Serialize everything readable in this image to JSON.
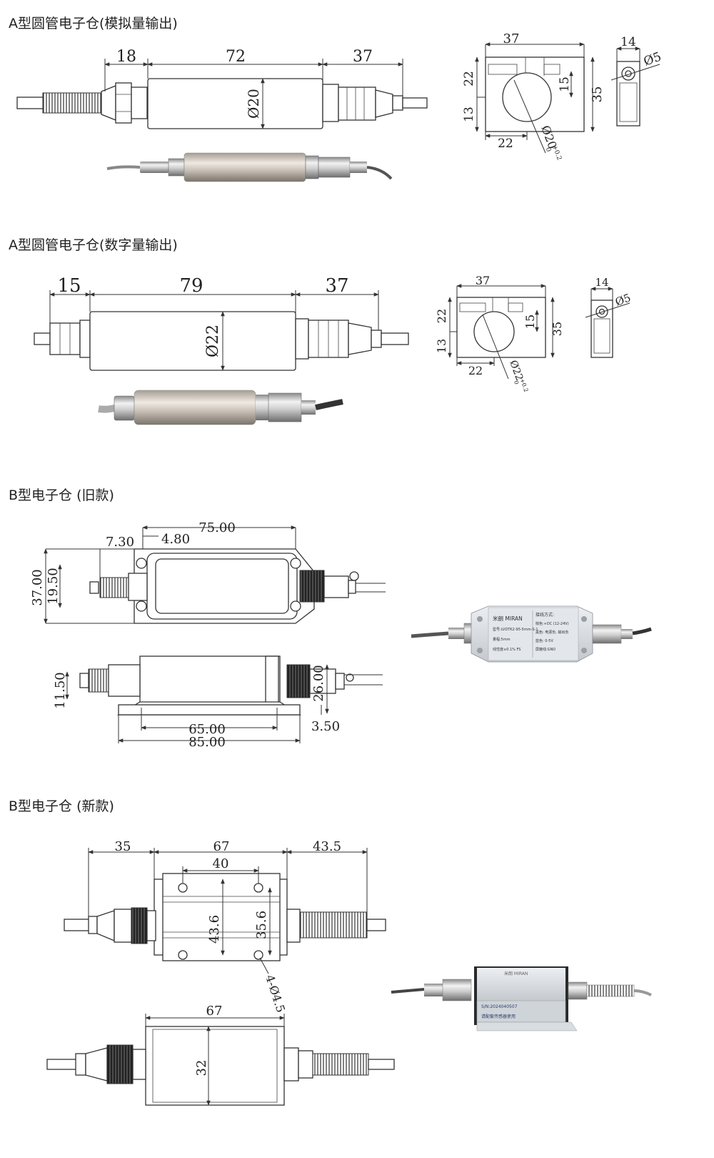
{
  "sections": {
    "a_analog": {
      "title": "A型圆管电子仓(模拟量输出)",
      "dims": {
        "left": "18",
        "body": "72",
        "right": "37",
        "dia": "Ø20"
      },
      "clamp": {
        "w": "37",
        "h1": "22",
        "h2": "13",
        "h3": "15",
        "h": "35",
        "b": "22",
        "dia": "Ø20",
        "tol_up": "+0.2",
        "tol_lo": "0",
        "side_w": "14",
        "hole": "Ø5"
      }
    },
    "a_digital": {
      "title": "A型圆管电子仓(数字量输出)",
      "dims": {
        "left": "15",
        "body": "79",
        "right": "37",
        "dia": "Ø22"
      },
      "clamp": {
        "w": "37",
        "h1": "22",
        "h2": "13",
        "h3": "15",
        "h": "35",
        "b": "22",
        "dia": "Ø22",
        "tol_up": "+0.2",
        "tol_lo": "0",
        "side_w": "14",
        "hole": "Ø5"
      }
    },
    "b_old": {
      "title": "B型电子仓 (旧款)",
      "dims": {
        "total": "75.00",
        "a": "7.30",
        "b": "4.80",
        "h_total": "37.00",
        "h_mid": "19.50",
        "h_low": "11.50",
        "h_conn": "26.00",
        "w_inner": "65.00",
        "w_outer": "85.00",
        "foot": "3.50"
      },
      "label": {
        "brand": "米朗 MIRAN",
        "model": "型号:LVDTK2-95-5mm-S-1",
        "range": "量程:5mm",
        "linearity": "线性度≤0.1% FS",
        "wiring_title": "接线方式:",
        "wire1": "棕色:+DC (12-24V)",
        "wire2": "黑色: 电源负, 输出负",
        "wire3": "蓝色: 0-5V",
        "wire4": "屏蔽线:GND"
      }
    },
    "b_new": {
      "title": "B型电子仓 (新款)",
      "dims": {
        "left": "35",
        "body": "67",
        "right": "43.5",
        "holes": "40",
        "h_outer": "43.6",
        "h_inner": "35.6",
        "hole_spec": "4-Ø4.5",
        "bottom_w": "67",
        "bottom_h": "32"
      },
      "label": {
        "brand": "米朗 MIRAN",
        "sn": "S/N:2024040507",
        "note": "请配套传感器使用"
      }
    }
  }
}
